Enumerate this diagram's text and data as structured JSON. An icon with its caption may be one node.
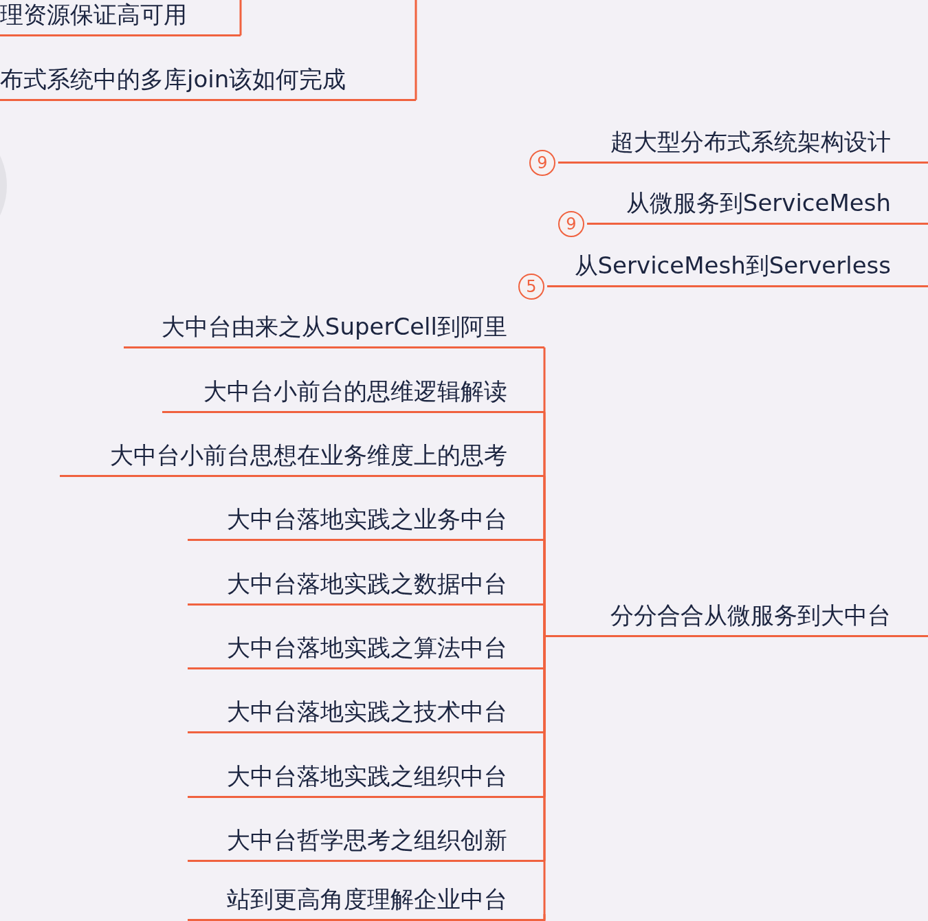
{
  "diagram": {
    "nodes": [
      {
        "text": [
          "理资源保证高可用"
        ]
      },
      {
        "text": [
          "布式系统中的多库join该如何完成"
        ]
      },
      {
        "text": [],
        "shape": "circle"
      },
      {
        "text": [
          "超大型分布式系统架构设计"
        ],
        "beside": [
          "9"
        ]
      },
      {
        "text": [
          "从微服务到ServiceMesh"
        ],
        "beside": [
          "9"
        ]
      },
      {
        "text": [
          "从ServiceMesh到Serverless"
        ],
        "beside": [
          "5"
        ]
      },
      {
        "text": [
          "分分合合从微服务到大中台"
        ]
      },
      {
        "text": [
          "大中台由来之从SuperCell到阿里"
        ]
      },
      {
        "text": [
          "大中台小前台的思维逻辑解读"
        ]
      },
      {
        "text": [
          "大中台小前台思想在业务维度上的思考"
        ]
      },
      {
        "text": [
          "大中台落地实践之业务中台"
        ]
      },
      {
        "text": [
          "大中台落地实践之数据中台"
        ]
      },
      {
        "text": [
          "大中台落地实践之算法中台"
        ]
      },
      {
        "text": [
          "大中台落地实践之技术中台"
        ]
      },
      {
        "text": [
          "大中台落地实践之组织中台"
        ]
      },
      {
        "text": [
          "大中台哲学思考之组织创新"
        ]
      },
      {
        "text": [
          "站到更高角度理解企业中台"
        ]
      }
    ],
    "edges": [
      {
        "from": null,
        "to": 0,
        "arrow": "none"
      },
      {
        "from": null,
        "to": 1,
        "arrow": "none"
      },
      {
        "from": null,
        "to": 3,
        "arrow": "none"
      },
      {
        "from": null,
        "to": 4,
        "arrow": "none"
      },
      {
        "from": null,
        "to": 5,
        "arrow": "none"
      },
      {
        "from": null,
        "to": 6,
        "arrow": "none"
      },
      {
        "from": 6,
        "to": 7,
        "arrow": "none"
      },
      {
        "from": 6,
        "to": 8,
        "arrow": "none"
      },
      {
        "from": 6,
        "to": 9,
        "arrow": "none"
      },
      {
        "from": 6,
        "to": 10,
        "arrow": "none"
      },
      {
        "from": 6,
        "to": 11,
        "arrow": "none"
      },
      {
        "from": 6,
        "to": 12,
        "arrow": "none"
      },
      {
        "from": 6,
        "to": 13,
        "arrow": "none"
      },
      {
        "from": 6,
        "to": 14,
        "arrow": "none"
      },
      {
        "from": 6,
        "to": 15,
        "arrow": "none"
      },
      {
        "from": 6,
        "to": 16,
        "arrow": "none"
      }
    ]
  }
}
